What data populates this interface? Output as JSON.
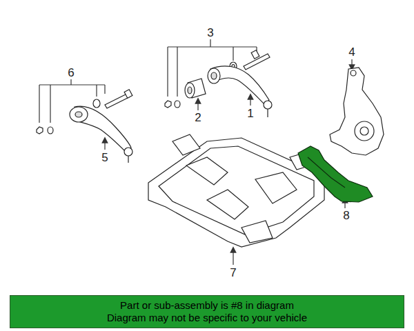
{
  "diagram": {
    "nodes": [
      {
        "text": [
          "Part or sub-assembly is #8 in diagram",
          "Diagram may not be specific to your vehicle"
        ]
      }
    ],
    "labels": [
      "3",
      "6",
      "4",
      "2",
      "1",
      "5",
      "7",
      "8"
    ]
  }
}
